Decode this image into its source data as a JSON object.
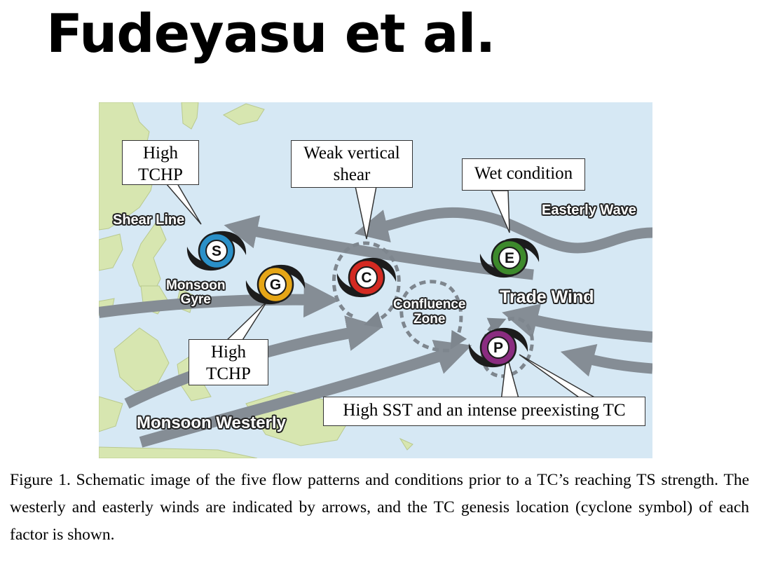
{
  "slide": {
    "title": "Fudeyasu et al."
  },
  "figure": {
    "callouts": {
      "s_condition_line1": "High",
      "s_condition_line2": "TCHP",
      "c_condition_line1": "Weak vertical",
      "c_condition_line2": "shear",
      "e_condition": "Wet condition",
      "g_condition_line1": "High",
      "g_condition_line2": "TCHP",
      "p_condition": "High SST and an intense preexisting TC"
    },
    "flow_labels": {
      "shear_line": "Shear Line",
      "easterly_wave": "Easterly Wave",
      "monsoon_gyre_line1": "Monsoon",
      "monsoon_gyre_line2": "Gyre",
      "confluence_zone_line1": "Confluence",
      "confluence_zone_line2": "Zone",
      "trade_wind": "Trade Wind",
      "monsoon_westerly": "Monsoon Westerly"
    },
    "cyclones": {
      "s": {
        "letter": "S",
        "color": "#2a90c8"
      },
      "g": {
        "letter": "G",
        "color": "#e6a617"
      },
      "c": {
        "letter": "C",
        "color": "#d42a22"
      },
      "e": {
        "letter": "E",
        "color": "#3d8a2c"
      },
      "p": {
        "letter": "P",
        "color": "#8a2c80"
      }
    },
    "colors": {
      "ocean": "#d6e8f4",
      "land": "#d7e6b0",
      "arrow": "#858d95"
    }
  },
  "caption": "Figure 1. Schematic image of the five flow patterns and conditions prior to a TC’s reaching TS strength. The westerly and easterly winds are indicated by arrows, and the TC genesis location (cyclone symbol) of each factor is shown."
}
